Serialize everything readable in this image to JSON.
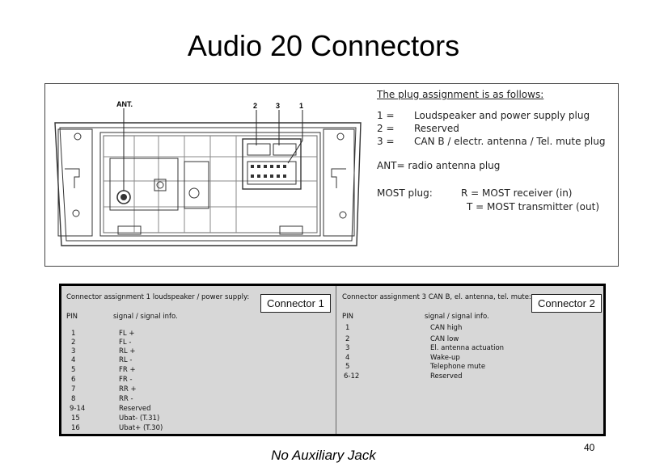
{
  "title": "Audio 20 Connectors",
  "diagram": {
    "callout_ant": "ANT.",
    "callout_2": "2",
    "callout_3": "3",
    "callout_1": "1"
  },
  "legend": {
    "heading": "The plug assignment is as follows:",
    "items": [
      {
        "num": "1 =",
        "text": "Loudspeaker and power supply plug"
      },
      {
        "num": "2 =",
        "text": "Reserved"
      },
      {
        "num": "3 =",
        "text": "CAN B / electr. antenna / Tel. mute plug"
      }
    ],
    "ant": "ANT= radio antenna plug",
    "most_key": "MOST plug:",
    "most_r": "R = MOST receiver (in)",
    "most_t": "T = MOST transmitter (out)"
  },
  "connector1": {
    "heading": "Connector assignment 1 loudspeaker / power supply:",
    "label": "Connector 1",
    "pin_header": "PIN",
    "signal_header": "signal / signal info.",
    "rows": [
      {
        "pin": "1",
        "signal": "FL +"
      },
      {
        "pin": "2",
        "signal": "FL -"
      },
      {
        "pin": "3",
        "signal": "RL +"
      },
      {
        "pin": "4",
        "signal": "RL -"
      },
      {
        "pin": "5",
        "signal": "FR +"
      },
      {
        "pin": "6",
        "signal": "FR -"
      },
      {
        "pin": "7",
        "signal": "RR +"
      },
      {
        "pin": "8",
        "signal": "RR -"
      },
      {
        "pin": "9-14",
        "signal": "Reserved"
      },
      {
        "pin": "15",
        "signal": "Ubat- (T.31)"
      },
      {
        "pin": "16",
        "signal": "Ubat+ (T.30)"
      }
    ]
  },
  "connector2": {
    "heading": "Connector assignment 3 CAN B, el. antenna, tel. mute:",
    "label": "Connector 2",
    "pin_header": "PIN",
    "signal_header": "signal / signal info.",
    "rows": [
      {
        "pin": "1",
        "signal": "CAN high"
      },
      {
        "pin": "2",
        "signal": "CAN low"
      },
      {
        "pin": "3",
        "signal": "El. antenna actuation"
      },
      {
        "pin": "4",
        "signal": "Wake-up"
      },
      {
        "pin": "5",
        "signal": "Telephone mute"
      },
      {
        "pin": "6-12",
        "signal": "Reserved"
      }
    ]
  },
  "footer": "No Auxiliary Jack",
  "page_number": "40"
}
